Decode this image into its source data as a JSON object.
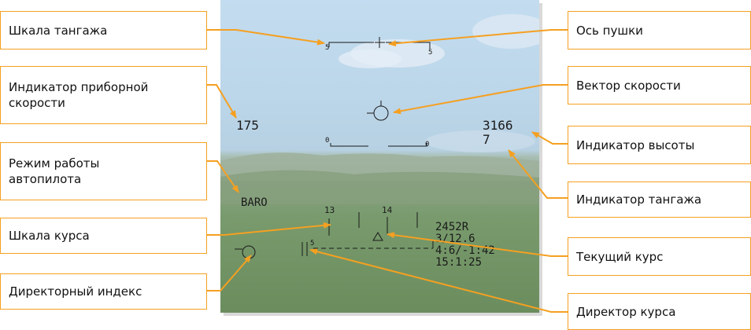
{
  "labels": {
    "pitch_scale": "Шкала тангажа",
    "airspeed_line1": "Индикатор приборной",
    "airspeed_line2": "скорости",
    "autopilot_line1": "Режим работы",
    "autopilot_line2": "автопилота",
    "heading_scale": "Шкала курса",
    "director_index": "Директорный индекс",
    "gun_axis": "Ось пушки",
    "velocity_vector": "Вектор скорости",
    "altitude": "Индикатор высоты",
    "pitch_indicator": "Индикатор тангажа",
    "current_heading": "Текущий курс",
    "heading_director": "Директор курса"
  },
  "hud": {
    "airspeed": "175",
    "altitude": "3166",
    "pitch": "7",
    "autopilot_mode": "BARO",
    "pitch_top_left": "5",
    "pitch_top_right": "5",
    "pitch_zero_left": "0",
    "pitch_zero_right": "0",
    "heading_13": "13",
    "heading_14": "14",
    "director_value": "5",
    "info_line1": "2452R",
    "info_line2": "3/12.6",
    "info_line3": "4:6/-1:42",
    "info_line4": "15:1:25"
  },
  "colors": {
    "callout": "#f5a021",
    "hud_symbology": "#1a1a1a"
  }
}
